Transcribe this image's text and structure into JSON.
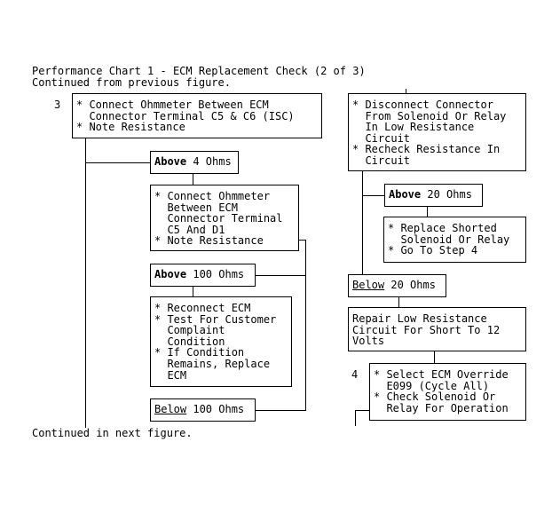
{
  "header": {
    "title": "Performance Chart 1 - ECM Replacement Check (2 of 3)",
    "continued_from": "Continued from previous figure."
  },
  "footer": {
    "continued_to": "Continued in next figure."
  },
  "left": {
    "step_number": "3",
    "step3_box": [
      "* Connect Ohmmeter Between ECM",
      "  Connector Terminal C5 & C6 (ISC)",
      "* Note Resistance"
    ],
    "above4": {
      "keyword": "Above",
      "value": " 4 Ohms"
    },
    "connect_box": [
      "* Connect Ohmmeter",
      "  Between ECM",
      "  Connector Terminal",
      "  C5 And D1",
      "* Note Resistance"
    ],
    "above100": {
      "keyword": "Above",
      "value": " 100 Ohms"
    },
    "reconnect_box": [
      "* Reconnect ECM",
      "* Test For Customer",
      "  Complaint",
      "  Condition",
      "* If Condition",
      "  Remains, Replace",
      "  ECM"
    ],
    "below100": {
      "keyword": "Below",
      "value": " 100 Ohms"
    }
  },
  "right": {
    "disconnect_box": [
      "* Disconnect Connector",
      "  From Solenoid Or Relay",
      "  In Low Resistance",
      "  Circuit",
      "* Recheck Resistance In",
      "  Circuit"
    ],
    "above20": {
      "keyword": "Above",
      "value": " 20 Ohms"
    },
    "replace_box": [
      "* Replace Shorted",
      "  Solenoid Or Relay",
      "* Go To Step 4"
    ],
    "below20": {
      "keyword": "Below",
      "value": " 20 Ohms"
    },
    "repair_box": [
      "Repair Low Resistance",
      "Circuit For Short To 12",
      "Volts"
    ],
    "step4_number": "4",
    "step4_box": [
      "* Select ECM Override",
      "  E099 (Cycle All)",
      "* Check Solenoid Or",
      "  Relay For Operation"
    ]
  }
}
